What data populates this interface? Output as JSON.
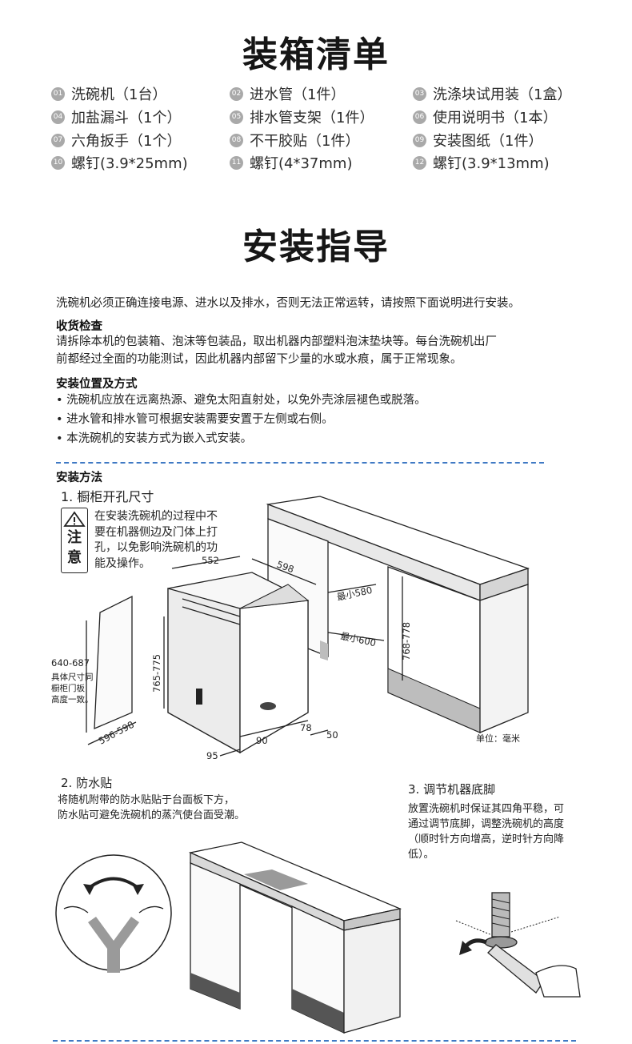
{
  "packing": {
    "title": "装箱清单",
    "items": [
      {
        "num": "01",
        "label": "洗碗机（1台）"
      },
      {
        "num": "02",
        "label": "进水管（1件）"
      },
      {
        "num": "03",
        "label": "洗涤块试用装（1盒）"
      },
      {
        "num": "04",
        "label": "加盐漏斗（1个）"
      },
      {
        "num": "05",
        "label": "排水管支架（1件）"
      },
      {
        "num": "06",
        "label": "使用说明书（1本）"
      },
      {
        "num": "07",
        "label": "六角扳手（1个）"
      },
      {
        "num": "08",
        "label": "不干胶贴（1件）"
      },
      {
        "num": "09",
        "label": "安装图纸（1件）"
      },
      {
        "num": "10",
        "label": "螺钉(3.9*25mm)"
      },
      {
        "num": "11",
        "label": "螺钉(4*37mm)"
      },
      {
        "num": "12",
        "label": "螺钉(3.9*13mm)"
      }
    ]
  },
  "guide": {
    "title": "安装指导",
    "intro": "洗碗机必须正确连接电源、进水以及排水，否则无法正常运转，请按照下面说明进行安装。",
    "receive_heading": "收货检查",
    "receive_line1": "请拆除本机的包装箱、泡沫等包装品，取出机器内部塑料泡沫垫块等。每台洗碗机出厂",
    "receive_line2": "前都经过全面的功能测试，因此机器内部留下少量的水或水痕，属于正常现象。",
    "position_heading": "安装位置及方式",
    "bullet1": "• 洗碗机应放在远离热源、避免太阳直射处，以免外壳涂层褪色或脱落。",
    "bullet2": "• 进水管和排水管可根据安装需要安置于左侧或右侧。",
    "bullet3": "• 本洗碗机的安装方式为嵌入式安装。"
  },
  "method": {
    "heading": "安装方法",
    "step1_title": "1. 橱柜开孔尺寸",
    "warning_label_1": "注",
    "warning_label_2": "意",
    "warning_text_1": "在安装洗碗机的过程中不",
    "warning_text_2": "要在机器侧边及门体上打",
    "warning_text_3": "孔，以免影响洗碗机的功",
    "warning_text_4": "能及操作。",
    "dims": {
      "d552": "552",
      "d598": "598",
      "min580": "最小580",
      "min600": "最小600",
      "d768": "768-778",
      "d765": "765-775",
      "d640": "640-687",
      "panel_note_1": "具体尺寸同",
      "panel_note_2": "橱柜门板",
      "panel_note_3": "高度一致。",
      "d596": "596-598",
      "d78": "78",
      "d90": "90",
      "d95": "95",
      "d50": "50",
      "unit": "单位：毫米"
    },
    "step2_title": "2. 防水贴",
    "step2_line1": "将随机附带的防水贴贴于台面板下方，",
    "step2_line2": "防水贴可避免洗碗机的蒸汽使台面受潮。",
    "step3_title": "3. 调节机器底脚",
    "step3_line1": "放置洗碗机时保证其四角平稳，可",
    "step3_line2": "通过调节底脚，调整洗碗机的高度",
    "step3_line3": "（顺时针方向增高，逆时针方向降",
    "step3_line4": "低）。"
  },
  "colors": {
    "dash": "#3f79c4",
    "number_badge": "#a9a9a9"
  }
}
